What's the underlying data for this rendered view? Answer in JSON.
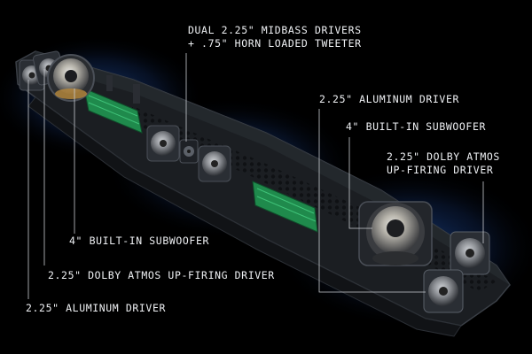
{
  "labels": {
    "dual_midbass_line1": "DUAL 2.25\" MIDBASS DRIVERS",
    "dual_midbass_line2": "+ .75\" HORN LOADED TWEETER",
    "aluminum_driver_right": "2.25\" ALUMINUM DRIVER",
    "subwoofer_right": "4\" BUILT-IN SUBWOOFER",
    "atmos_right_line1": "2.25\" DOLBY ATMOS",
    "atmos_right_line2": "UP-FIRING DRIVER",
    "subwoofer_left": "4\" BUILT-IN SUBWOOFER",
    "atmos_left": "2.25\" DOLBY ATMOS UP-FIRING DRIVER",
    "aluminum_driver_left": "2.25\" ALUMINUM DRIVER"
  },
  "colors": {
    "background": "#000000",
    "glow": "#2b6bd6",
    "chassis": "#24282d",
    "circuit_board": "#1f8a4c",
    "driver_cone": "#8c8f94",
    "label_text": "#eef0f3",
    "leader_line": "#c9ccd1"
  }
}
